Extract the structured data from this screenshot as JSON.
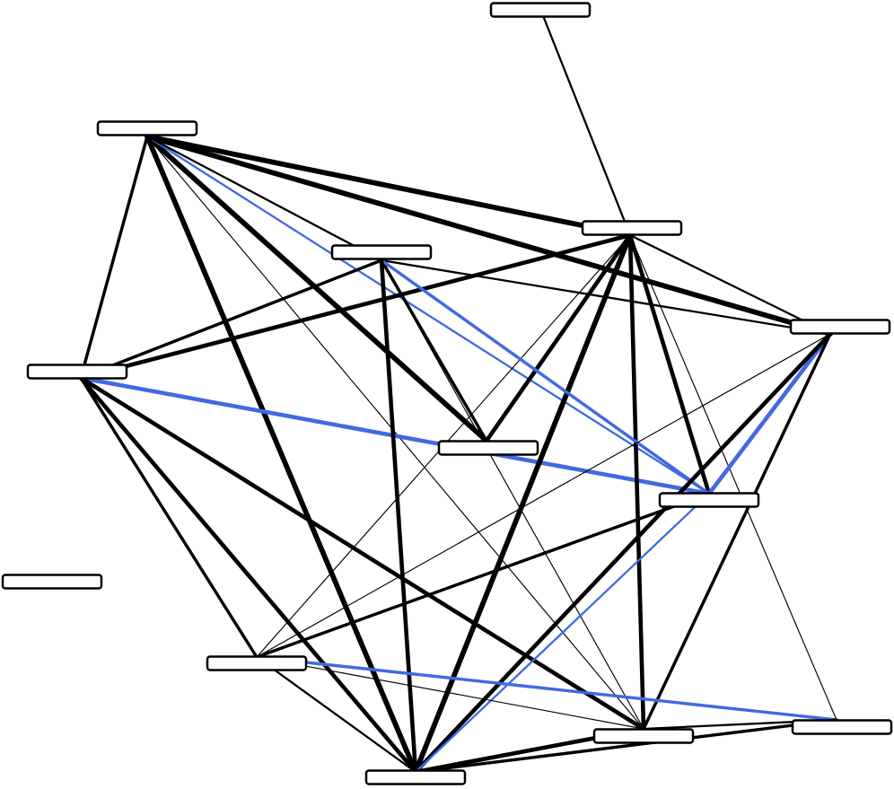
{
  "colors": {
    "edge_default": "#000000",
    "edge_highlight": "#4169e1",
    "node_fill": "#ffffff",
    "node_stroke": "#000000",
    "background": "#ffffff"
  },
  "graph": {
    "nodes": [
      {
        "id": "n0",
        "label": ""
      },
      {
        "id": "n1",
        "label": ""
      },
      {
        "id": "n2",
        "label": ""
      },
      {
        "id": "n3",
        "label": ""
      },
      {
        "id": "n4",
        "label": ""
      },
      {
        "id": "n5",
        "label": ""
      },
      {
        "id": "n6",
        "label": ""
      },
      {
        "id": "n7",
        "label": ""
      },
      {
        "id": "n8",
        "label": ""
      },
      {
        "id": "n9",
        "label": ""
      },
      {
        "id": "n10",
        "label": ""
      },
      {
        "id": "n11",
        "label": ""
      },
      {
        "id": "n12",
        "label": ""
      },
      {
        "id": "n13",
        "label": ""
      }
    ],
    "edges": [
      {
        "source": "n0",
        "target": "n2",
        "weight": 2,
        "highlight": false
      },
      {
        "source": "n1",
        "target": "n2",
        "weight": 5,
        "highlight": false
      },
      {
        "source": "n1",
        "target": "n4",
        "weight": 5,
        "highlight": false
      },
      {
        "source": "n1",
        "target": "n5",
        "weight": 3,
        "highlight": false
      },
      {
        "source": "n1",
        "target": "n6",
        "weight": 5,
        "highlight": false
      },
      {
        "source": "n1",
        "target": "n7",
        "weight": 2,
        "highlight": true
      },
      {
        "source": "n1",
        "target": "n10",
        "weight": 1,
        "highlight": false
      },
      {
        "source": "n1",
        "target": "n12",
        "weight": 5,
        "highlight": false
      },
      {
        "source": "n1",
        "target": "n3",
        "weight": 2,
        "highlight": false
      },
      {
        "source": "n3",
        "target": "n4",
        "weight": 2,
        "highlight": false
      },
      {
        "source": "n3",
        "target": "n5",
        "weight": 3,
        "highlight": false
      },
      {
        "source": "n5",
        "target": "n7",
        "weight": 4,
        "highlight": true
      },
      {
        "source": "n5",
        "target": "n10",
        "weight": 4,
        "highlight": false
      },
      {
        "source": "n5",
        "target": "n12",
        "weight": 4,
        "highlight": false
      },
      {
        "source": "n5",
        "target": "n8",
        "weight": 3,
        "highlight": false
      },
      {
        "source": "n2",
        "target": "n4",
        "weight": 2,
        "highlight": false
      },
      {
        "source": "n2",
        "target": "n5",
        "weight": 4,
        "highlight": false
      },
      {
        "source": "n2",
        "target": "n6",
        "weight": 4,
        "highlight": false
      },
      {
        "source": "n2",
        "target": "n7",
        "weight": 4,
        "highlight": false
      },
      {
        "source": "n2",
        "target": "n8",
        "weight": 1,
        "highlight": false
      },
      {
        "source": "n2",
        "target": "n10",
        "weight": 4,
        "highlight": false
      },
      {
        "source": "n2",
        "target": "n11",
        "weight": 1,
        "highlight": false
      },
      {
        "source": "n2",
        "target": "n12",
        "weight": 5,
        "highlight": false
      },
      {
        "source": "n3",
        "target": "n6",
        "weight": 3,
        "highlight": false
      },
      {
        "source": "n3",
        "target": "n7",
        "weight": 3,
        "highlight": true
      },
      {
        "source": "n3",
        "target": "n10",
        "weight": 1,
        "highlight": false
      },
      {
        "source": "n3",
        "target": "n12",
        "weight": 4,
        "highlight": false
      },
      {
        "source": "n4",
        "target": "n7",
        "weight": 4,
        "highlight": true
      },
      {
        "source": "n4",
        "target": "n10",
        "weight": 3,
        "highlight": false
      },
      {
        "source": "n4",
        "target": "n8",
        "weight": 1,
        "highlight": false
      },
      {
        "source": "n4",
        "target": "n12",
        "weight": 4,
        "highlight": false
      },
      {
        "source": "n7",
        "target": "n8",
        "weight": 3,
        "highlight": false
      },
      {
        "source": "n7",
        "target": "n12",
        "weight": 2,
        "highlight": true
      },
      {
        "source": "n8",
        "target": "n13",
        "weight": 3,
        "highlight": true
      },
      {
        "source": "n8",
        "target": "n12",
        "weight": 2,
        "highlight": false
      },
      {
        "source": "n8",
        "target": "n10",
        "weight": 1,
        "highlight": false
      },
      {
        "source": "n10",
        "target": "n11",
        "weight": 2,
        "highlight": false
      },
      {
        "source": "n10",
        "target": "n12",
        "weight": 4,
        "highlight": false
      },
      {
        "source": "n11",
        "target": "n12",
        "weight": 3,
        "highlight": false
      }
    ]
  }
}
